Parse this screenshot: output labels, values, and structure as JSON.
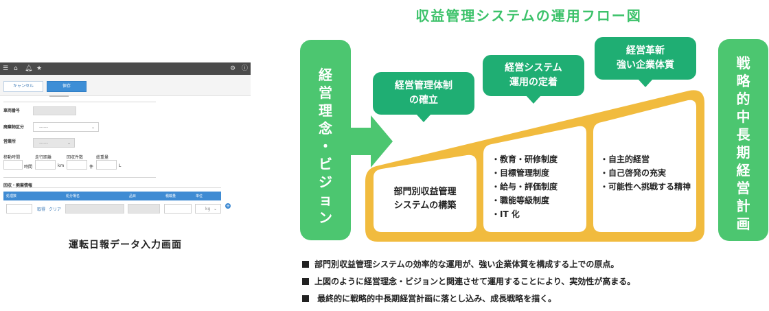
{
  "screenshot": {
    "toolbar_icons": [
      "menu-icon",
      "home-icon",
      "bell-icon",
      "star-icon",
      "gear-icon",
      "info-icon"
    ],
    "cancel_label": "キャンセル",
    "save_label": "保存",
    "fields": {
      "vehicle_no": "車両番号",
      "waste_type": "廃棄物区分",
      "office": "営業所",
      "move_time": "移動時間",
      "distance": "走行距離",
      "collect_count": "回収件数",
      "total_amount": "総重量",
      "unit_hour": "時間",
      "unit_km": "km",
      "unit_count": "件",
      "unit_l": "L",
      "select_placeholder": "------"
    },
    "section_title": "回収・廃棄情報",
    "table_headers": [
      "処理数",
      "処分場名",
      "品目",
      "積載量",
      "単位"
    ],
    "row": {
      "link_select": "取得",
      "link_clear": "クリア",
      "unit_value": "kg"
    }
  },
  "caption": "運転日報データ入力画面",
  "diagram": {
    "title": "収益管理システムの運用フロー図",
    "left_bar": "経営理念・ビジョン",
    "right_bar": "戦略的中長期経営計画",
    "bubbles": [
      [
        "経営管理体制",
        "の確立"
      ],
      [
        "経営システム",
        "運用の定着"
      ],
      [
        "経営革新",
        "強い企業体質"
      ]
    ],
    "box1": [
      "部門別収益管理",
      "システムの構築"
    ],
    "box2": [
      "・教育・研修制度",
      "・目標管理制度",
      "・給与・評価制度",
      "・職能等級制度",
      "・IT 化"
    ],
    "box3": [
      "・自主的経営",
      "・自己啓発の充実",
      "・可能性へ挑戦する精神"
    ],
    "colors": {
      "green_title": "#3cc26a",
      "green_bar": "#4cc670",
      "teal_bubble": "#1fae73",
      "orange_frame": "#f1bb3e"
    }
  },
  "notes": [
    "部門別収益管理システムの効率的な運用が、強い企業体質を構成する上での原点。",
    "上図のように経営理念・ビジョンと関連させて運用することにより、実効性が高まる。",
    " 最終的に戦略的中長期経営計画に落とし込み、成長戦略を描く。"
  ]
}
